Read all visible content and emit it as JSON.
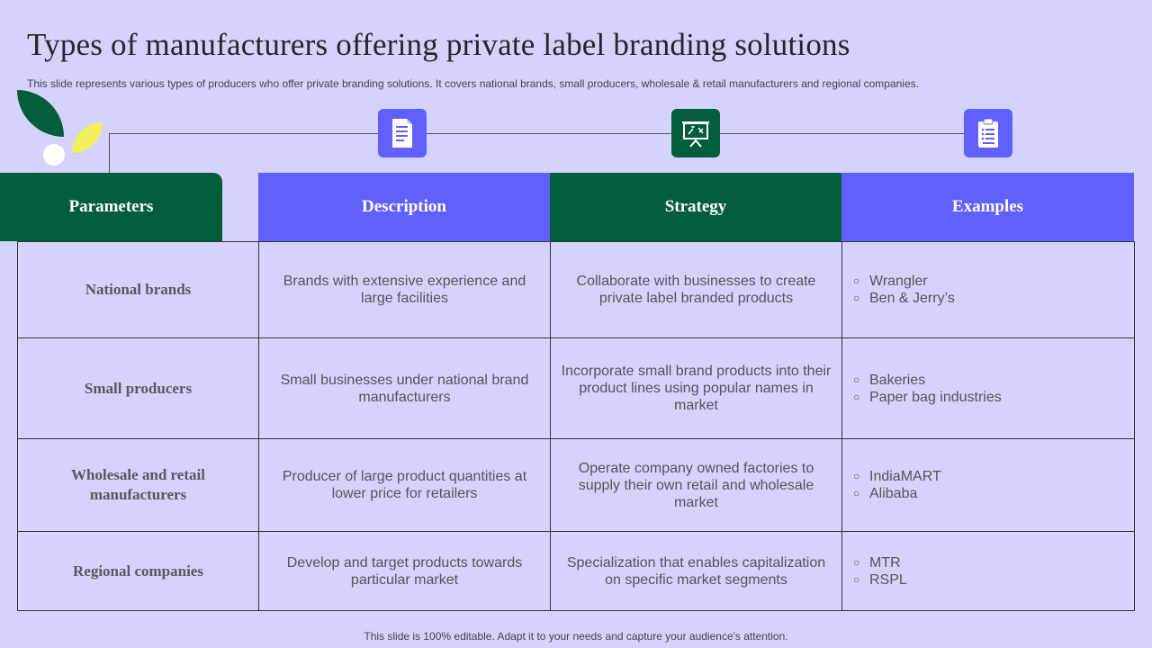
{
  "slide": {
    "title": "Types of manufacturers offering private label branding solutions",
    "subtitle": "This slide represents various  types of producers who offer private  branding solutions. It covers national brands, small producers, wholesale & retail manufacturers  and regional companies.",
    "footer": "This slide is 100% editable. Adapt it to your needs and capture your audience's attention."
  },
  "icons": [
    "document-icon",
    "presentation-board-icon",
    "clipboard-icon"
  ],
  "colors": {
    "background": "#d3d3fe",
    "green": "#035c3a",
    "blue": "#6060fe",
    "yellow": "#f1ef5b"
  },
  "table": {
    "headers": {
      "parameters": "Parameters",
      "description": "Description",
      "strategy": "Strategy",
      "examples": "Examples"
    },
    "rows": [
      {
        "parameter": "National brands",
        "description": "Brands with extensive experience and large facilities",
        "strategy": "Collaborate with businesses to create private label branded products",
        "examples": [
          "Wrangler",
          "Ben & Jerry’s"
        ]
      },
      {
        "parameter": "Small producers",
        "description": "Small businesses under national brand manufacturers",
        "strategy": "Incorporate small brand products into their product lines using popular names in market",
        "examples": [
          "Bakeries",
          "Paper bag industries"
        ]
      },
      {
        "parameter": "Wholesale and retail manufacturers",
        "description": "Producer of large product quantities at lower price for retailers",
        "strategy": "Operate company owned factories to supply their own retail and wholesale market",
        "examples": [
          "IndiaMART",
          "Alibaba"
        ]
      },
      {
        "parameter": "Regional companies",
        "description": "Develop and target products towards particular market",
        "strategy": "Specialization that enables capitalization on specific market segments",
        "examples": [
          "MTR",
          "RSPL"
        ]
      }
    ]
  }
}
